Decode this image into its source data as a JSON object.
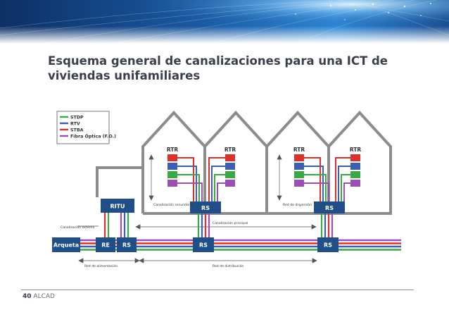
{
  "title": {
    "line1": "Esquema general de canalizaciones para una ICT de",
    "line2": "viviendas unifamiliares"
  },
  "legend": [
    {
      "label": "STDP",
      "color": "#3aa845"
    },
    {
      "label": "RTV",
      "color": "#3c5fb0"
    },
    {
      "label": "STBA",
      "color": "#d9322e"
    },
    {
      "label": "Fibra Óptica (F.O.)",
      "color": "#9a4fb2"
    }
  ],
  "boxes": {
    "arqueta": "Arqueta",
    "ritu": "RITU",
    "re": "RE",
    "rs": "RS",
    "rtr": "RTR"
  },
  "labels": {
    "canalizacion_externa": "Canalización externa",
    "canalizacion_principal": "Canalización principal",
    "canalizacion_secundaria": "Canalización secundaria",
    "red_dispersion": "Red de dispersión",
    "red_alimentacion": "Red de alimentación",
    "red_distribucion": "Red de distribución"
  },
  "footer": {
    "page": "40",
    "brand": "ALCAD"
  },
  "colors": {
    "box": "#1f4f86",
    "house": "#8c8c8c",
    "title": "#3a3f4a"
  }
}
